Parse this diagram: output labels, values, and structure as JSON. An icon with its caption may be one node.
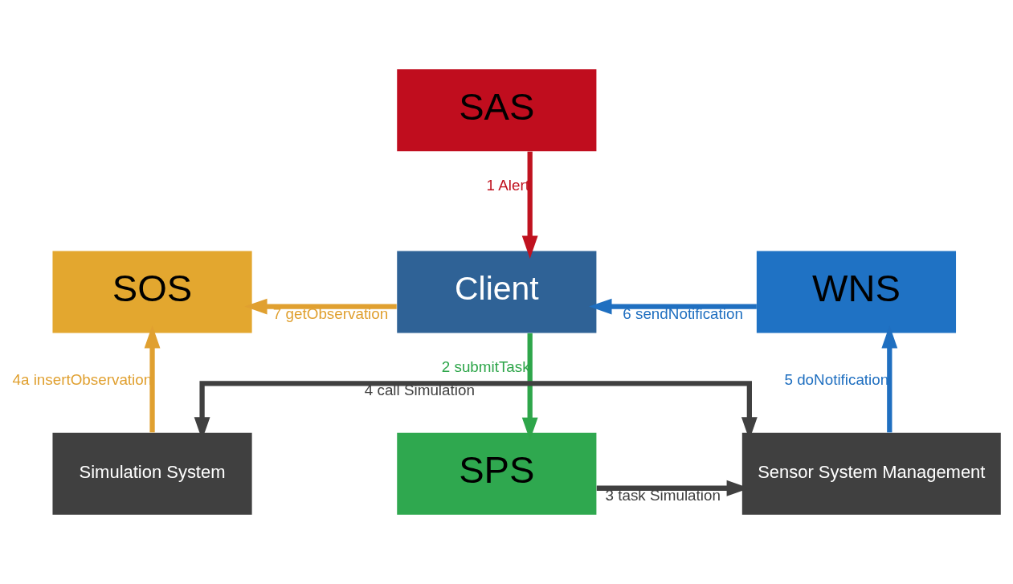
{
  "diagram": {
    "nodes": [
      {
        "text": [
          "SAS"
        ]
      },
      {
        "text": [
          "SOS"
        ]
      },
      {
        "text": [
          "Client"
        ]
      },
      {
        "text": [
          "WNS"
        ]
      },
      {
        "text": [
          "Simulation System"
        ]
      },
      {
        "text": [
          "SPS"
        ]
      },
      {
        "text": [
          "Sensor System Management"
        ]
      }
    ],
    "edges": [
      {
        "from": 0,
        "to": 2,
        "arrow": "to",
        "label": "1 Alert",
        "color": "#c0121f"
      },
      {
        "from": 2,
        "to": 5,
        "arrow": "to",
        "label": "2 submitTask",
        "color": "#2ea64a"
      },
      {
        "from": 5,
        "to": 6,
        "arrow": "to",
        "label": "3 task Simulation",
        "color": "#404040"
      },
      {
        "from": 4,
        "to": 6,
        "arrow": "both",
        "label": "4 call Simulation",
        "color": "#404040"
      },
      {
        "from": 4,
        "to": 1,
        "arrow": "to",
        "label": "4a insertObservation",
        "color": "#e0a030"
      },
      {
        "from": 6,
        "to": 3,
        "arrow": "to",
        "label": "5 doNotification",
        "color": "#1f6fc0"
      },
      {
        "from": 3,
        "to": 2,
        "arrow": "to",
        "label": "6 sendNotification",
        "color": "#1f6fc0"
      },
      {
        "from": 2,
        "to": 1,
        "arrow": "to",
        "label": "7 getObservation",
        "color": "#e0a030"
      }
    ]
  }
}
